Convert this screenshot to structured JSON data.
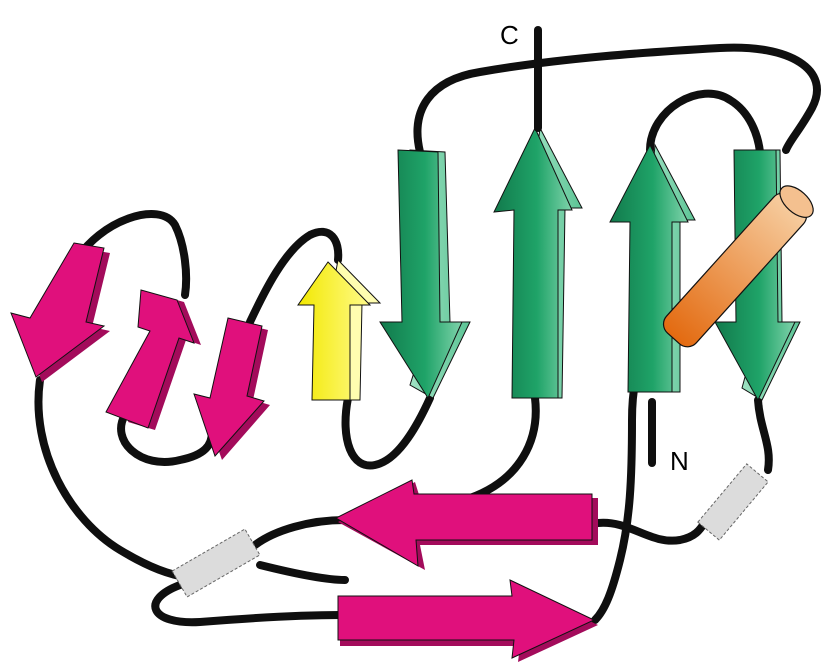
{
  "diagram": {
    "type": "protein-topology-cartoon",
    "labels": {
      "c_terminus": "C",
      "n_terminus": "N"
    },
    "colors": {
      "coil": "#0f0f0f",
      "strand_magenta": "#e0107c",
      "strand_magenta_dark": "#a30b5b",
      "strand_green": "#1fa368",
      "strand_green_light": "#8fdbb6",
      "strand_yellow": "#fcf41c",
      "strand_yellow_light": "#fffdb0",
      "helix_orange": "#e9731c",
      "helix_orange_light": "#f4c08f",
      "connector_gray": "#dcdcdc"
    },
    "elements": {
      "magenta_strands": 5,
      "green_strands": 4,
      "yellow_strands": 1,
      "helices": 1,
      "gray_segments": 2
    }
  }
}
